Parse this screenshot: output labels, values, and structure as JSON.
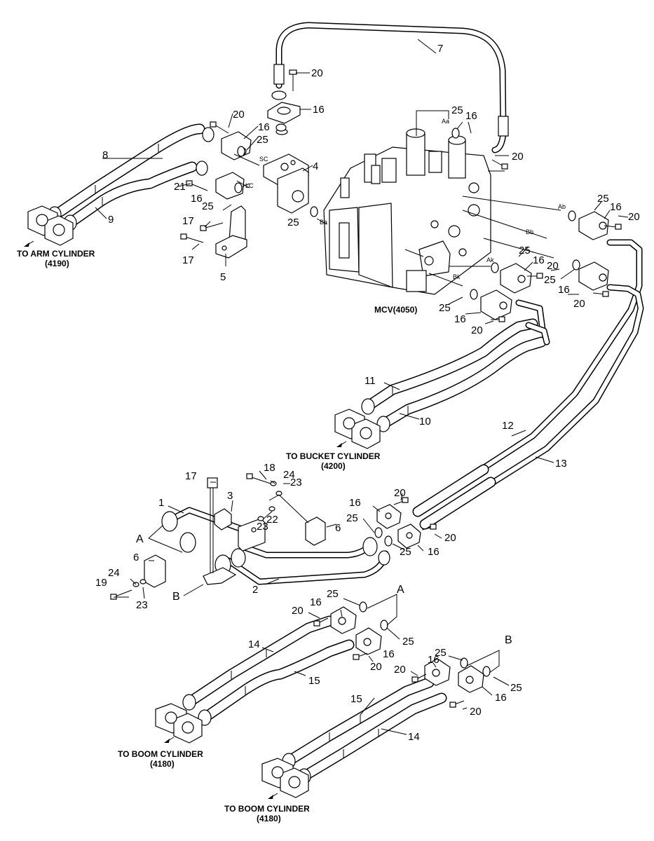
{
  "labels": {
    "arm_cylinder": "TO ARM CYLINDER",
    "arm_cylinder_code": "(4190)",
    "bucket_cylinder": "TO BUCKET CYLINDER",
    "bucket_cylinder_code": "(4200)",
    "boom_cylinder": "TO BOOM CYLINDER",
    "boom_cylinder_code": "(4180)",
    "mcv": "MCV(4050)"
  },
  "ports": [
    "Aa",
    "SC",
    "LC",
    "Ba",
    "Ab",
    "Bb",
    "Ak",
    "Bk"
  ],
  "detail_letters": [
    "A",
    "B"
  ],
  "part_numbers": [
    "1",
    "2",
    "3",
    "4",
    "5",
    "6",
    "7",
    "8",
    "9",
    "10",
    "11",
    "12",
    "13",
    "14",
    "15",
    "16",
    "17",
    "18",
    "19",
    "20",
    "21",
    "22",
    "23",
    "24",
    "25"
  ]
}
